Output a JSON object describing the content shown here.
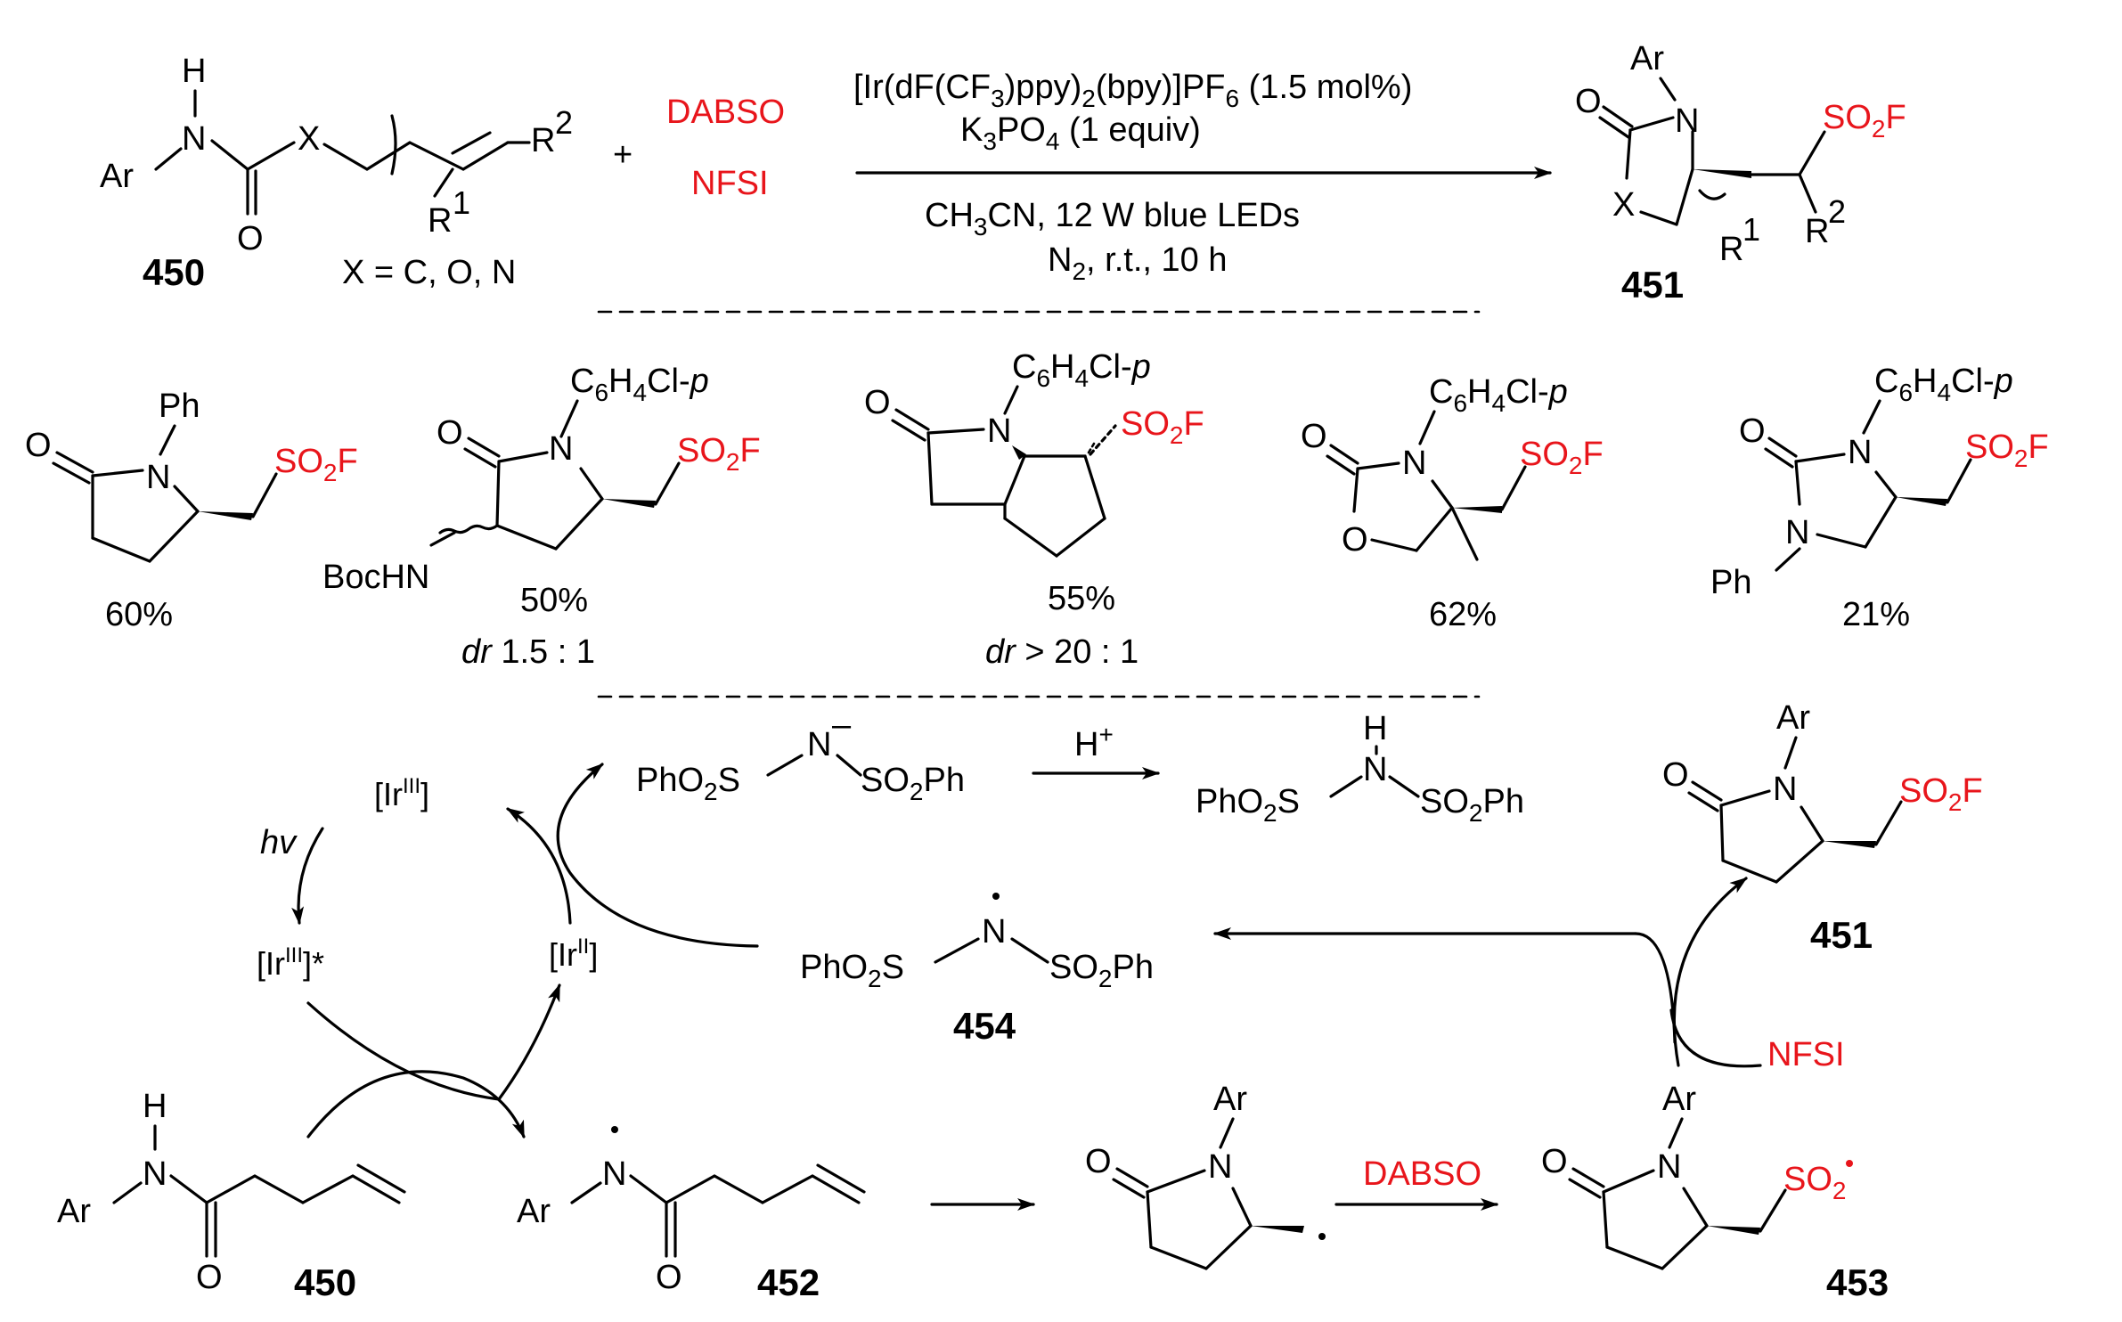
{
  "colors": {
    "reagent": "#e8151b",
    "text": "#000000",
    "background": "#ffffff"
  },
  "labels": {
    "H": "H",
    "N": "N",
    "O": "O",
    "X": "X",
    "Ar": "Ar",
    "Ph": "Ph",
    "R1": "R",
    "R1_sup": "1",
    "R2": "R",
    "R2_sup": "2",
    "plus": "+",
    "x_def": "X = C, O, N",
    "so2f_main": "SO",
    "so2f_sub": "2",
    "so2f_tail": "F",
    "so2_radical": "SO",
    "so2_sub": "2",
    "aryl_cl_a": "C",
    "aryl_cl_b": "6",
    "aryl_cl_c": "H",
    "aryl_cl_d": "4",
    "aryl_cl_e": "Cl-",
    "aryl_cl_f": "p",
    "boc": "BocHN",
    "dr": "dr",
    "ph_o2s": "PhO",
    "ph_o2s_sub": "2",
    "ph_o2s_tail": "S",
    "so2ph": "SO",
    "so2ph_sub": "2",
    "so2ph_tail": "Ph",
    "n_minus": "–",
    "h_plus": "H",
    "h_plus_sup": "+",
    "hv": "hv",
    "ir3": "[Ir",
    "ir3_sup": "III",
    "ir_close": "]",
    "ir3_star": "]*",
    "ir2_sup": "II"
  },
  "compounds": {
    "c450": "450",
    "c451": "451",
    "c452": "452",
    "c453": "453",
    "c454": "454"
  },
  "reagents": {
    "dabso": "DABSO",
    "nfsi": "NFSI"
  },
  "conditions": {
    "catalyst_a": "[Ir(dF(CF",
    "catalyst_b": "3",
    "catalyst_c": ")ppy)",
    "catalyst_d": "2",
    "catalyst_e": "(bpy)]PF",
    "catalyst_f": "6",
    "catalyst_g": " (1.5 mol%)",
    "base_a": "K",
    "base_b": "3",
    "base_c": "PO",
    "base_d": "4",
    "base_e": " (1 equiv)",
    "solvent_a": "CH",
    "solvent_b": "3",
    "solvent_c": "CN, 12 W blue LEDs",
    "atm_a": "N",
    "atm_b": "2",
    "atm_c": ", r.t., 10 h"
  },
  "examples": [
    {
      "yield": "60%",
      "dr": ""
    },
    {
      "yield": "50%",
      "dr": "1.5 : 1"
    },
    {
      "yield": "55%",
      "dr": "> 20 : 1"
    },
    {
      "yield": "62%",
      "dr": ""
    },
    {
      "yield": "21%",
      "dr": ""
    }
  ]
}
